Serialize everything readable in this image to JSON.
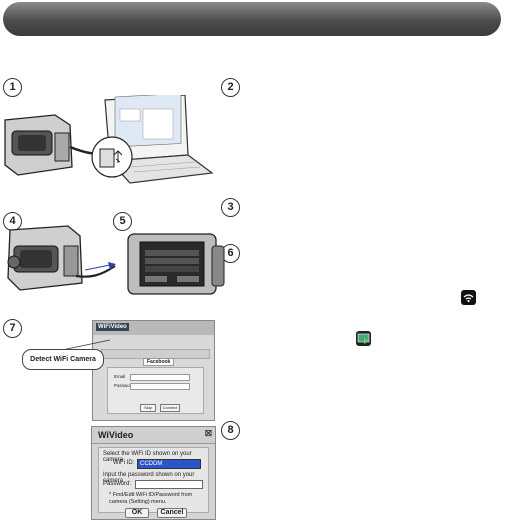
{
  "steps": [
    "1",
    "2",
    "3",
    "4",
    "5",
    "6",
    "7",
    "8"
  ],
  "callout_text": "Detect WiFi Camera",
  "app_window": {
    "logo": "WiFiVideo",
    "tabs": [
      "Facebook"
    ],
    "fields": [
      {
        "label": "Email"
      },
      {
        "label": "Password"
      }
    ],
    "buttons": [
      "Skip",
      "Connect"
    ]
  },
  "wifi_dialog": {
    "title": "WiVideo",
    "instruction": "Select the WiFi ID shown on your camera",
    "wifi_id_label": "WiFi ID:",
    "wifi_id_value": "CCDDM",
    "password_instruction": "Input the password shown on your camera",
    "password_label": "Password:",
    "note": "* Find/Edit WiFi ID/Password from camera (Setting) menu.",
    "ok_label": "OK",
    "cancel_label": "Cancel"
  },
  "icons": [
    "wifi-icon",
    "wifi-app-icon"
  ],
  "colors": {
    "banner_top": "#8a8a8a",
    "banner_bottom": "#3a3a3a",
    "selection": "#2b56c9"
  }
}
